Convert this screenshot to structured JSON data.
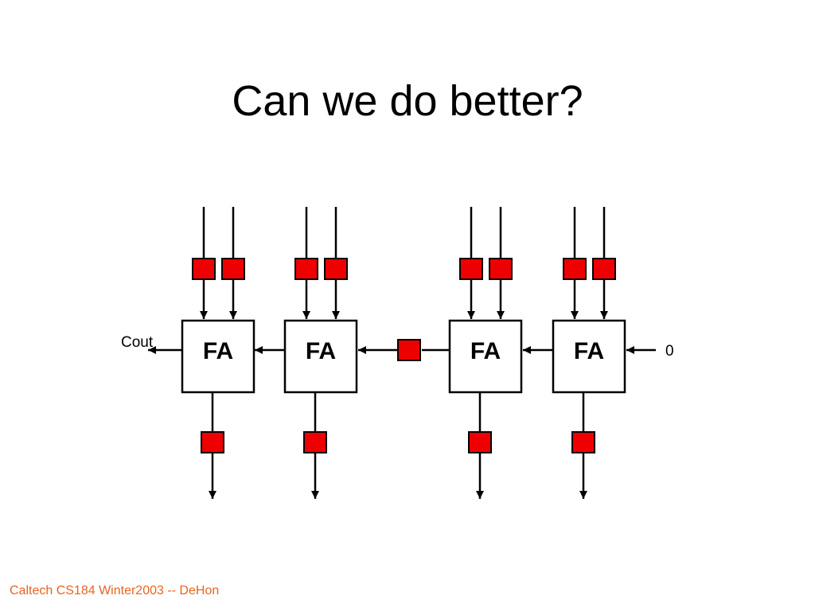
{
  "slide": {
    "title": "Can we do better?",
    "footer": "Caltech CS184 Winter2003 -- DeHon"
  },
  "diagram": {
    "adders": [
      {
        "label": "FA"
      },
      {
        "label": "FA"
      },
      {
        "label": "FA"
      },
      {
        "label": "FA"
      }
    ],
    "carry_out_label": "Cout",
    "carry_in_label": "0",
    "colors": {
      "register": "#ee0000",
      "wire": "#000000",
      "adder_fill": "#ffffff"
    }
  }
}
